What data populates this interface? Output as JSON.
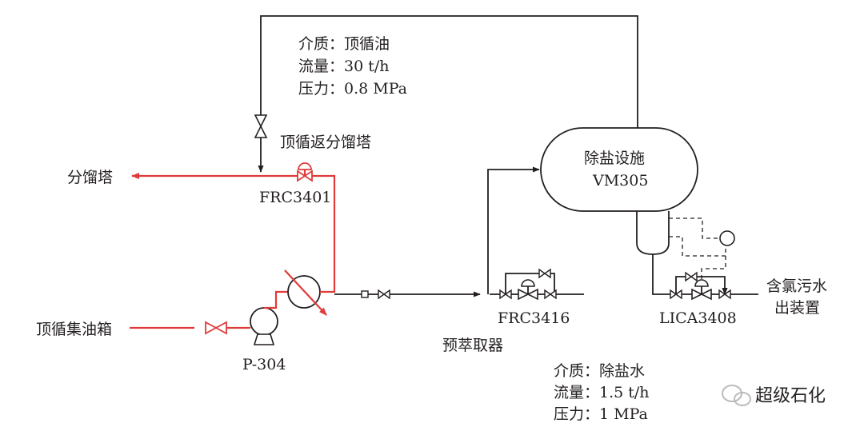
{
  "labels": {
    "top_medium_1": "介质：顶循油",
    "top_medium_2": "流量：30 t/h",
    "top_medium_3": "压力：0.8 MPa",
    "return_label": "顶循返分馏塔",
    "fractionator": "分馏塔",
    "frc3401": "FRC3401",
    "tank": "顶循集油箱",
    "pump": "P-304",
    "desalter_1": "除盐设施",
    "desalter_2": "VM305",
    "frc3416": "FRC3416",
    "extractor": "预萃取器",
    "lica3408": "LICA3408",
    "outlet_1": "含氯污水",
    "outlet_2": "出装置",
    "bottom_medium_1": "介质：除盐水",
    "bottom_medium_2": "流量：1.5 t/h",
    "bottom_medium_3": "压力：1 MPa",
    "watermark": "超级石化"
  },
  "colors": {
    "process_line": "#231f20",
    "hot_line": "#e03a3a",
    "watermark": "#bbbbbb"
  },
  "icons": {
    "watermark_logo": "wechat-icon"
  }
}
